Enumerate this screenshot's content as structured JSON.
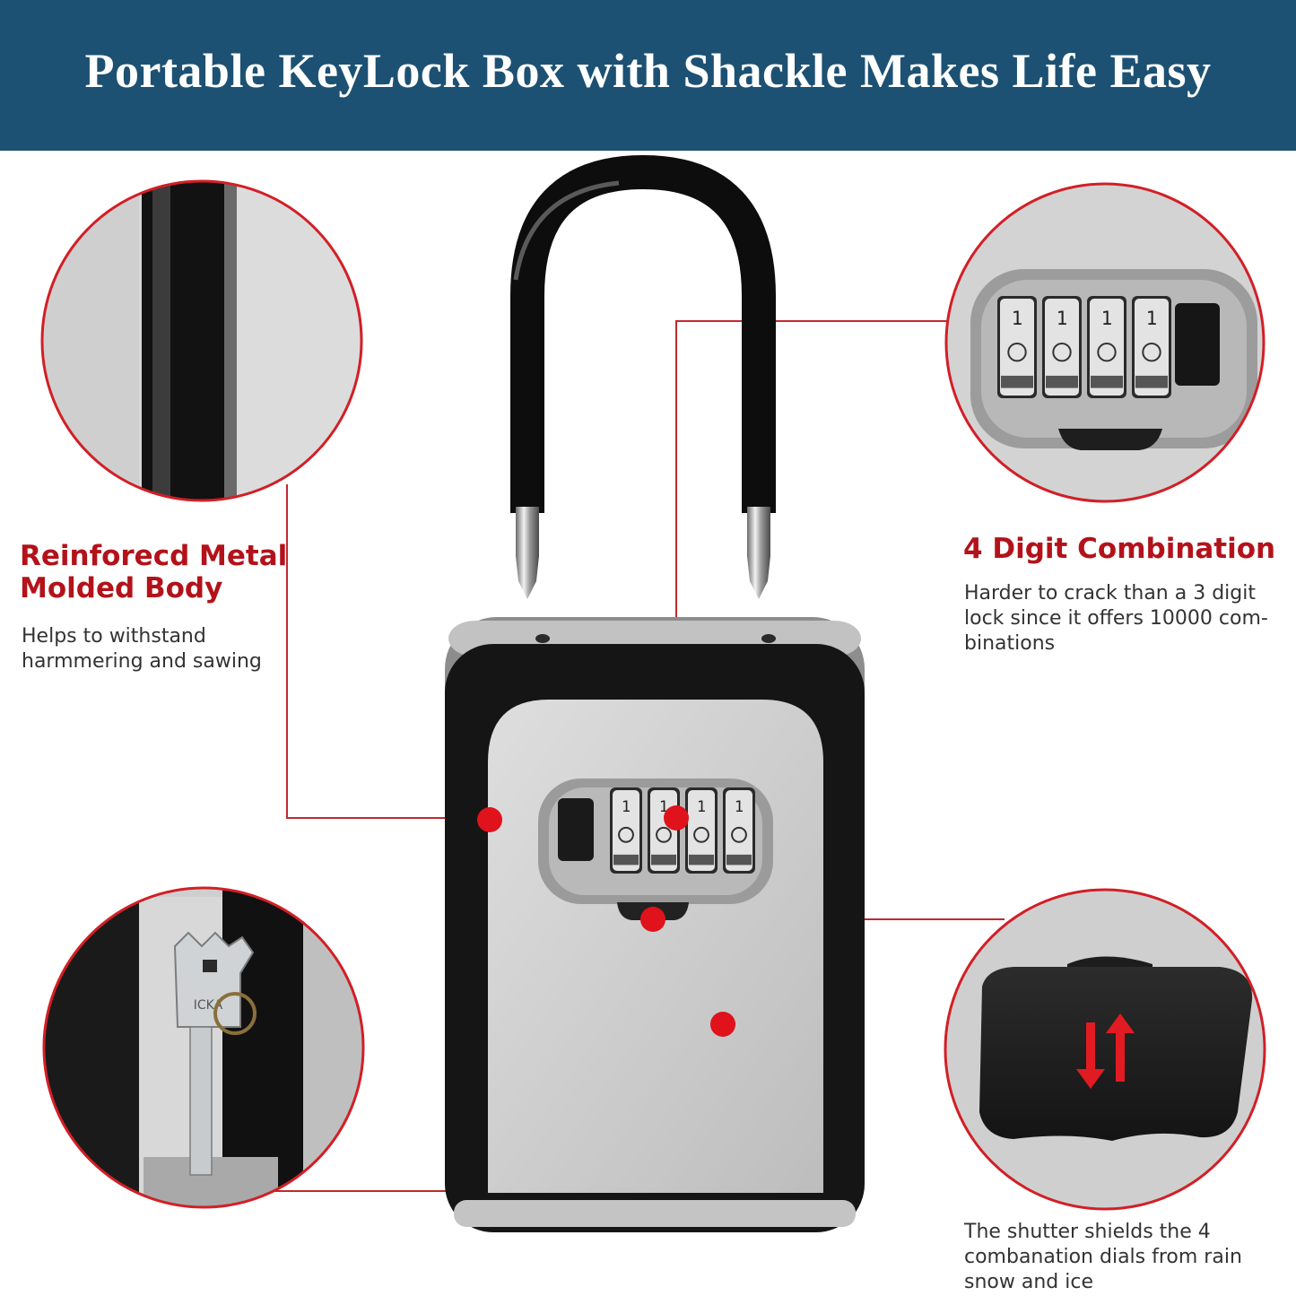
{
  "banner": {
    "title": "Portable KeyLock Box with Shackle Makes Life Easy"
  },
  "features": {
    "body": {
      "title_lines": [
        "Reinforecd Metal",
        "Molded Body"
      ],
      "desc_lines": [
        "Helps to withstand",
        "harmmering and sawing"
      ]
    },
    "combination": {
      "title": "4 Digit Combination",
      "desc_lines": [
        "Harder to crack than a 3 digit",
        "lock since it offers 10000 com-",
        "binations"
      ]
    },
    "shutter": {
      "desc_lines": [
        "The shutter shields the 4",
        "combanation dials from rain",
        "snow and ice"
      ]
    }
  },
  "dials": {
    "front_digits": [
      "1",
      "1",
      "1",
      "1"
    ],
    "zoom_digits": [
      "1",
      "1",
      "1",
      "1"
    ]
  },
  "key": {
    "engraving": "ICKA"
  },
  "colors": {
    "banner": "#1d5173",
    "accent_red": "#b3121a",
    "marker_red": "#e0121b",
    "lock_black": "#151515",
    "lock_silver": "#c9c9c9"
  },
  "icons": [
    "up-down-arrows-icon"
  ]
}
